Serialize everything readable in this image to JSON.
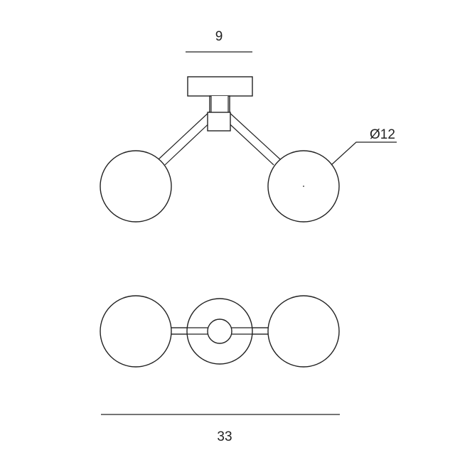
{
  "diagram": {
    "dimension_top": "9",
    "dimension_diameter": "Ø12",
    "dimension_bottom": "33",
    "line_color": "#222222",
    "background": "#ffffff"
  }
}
